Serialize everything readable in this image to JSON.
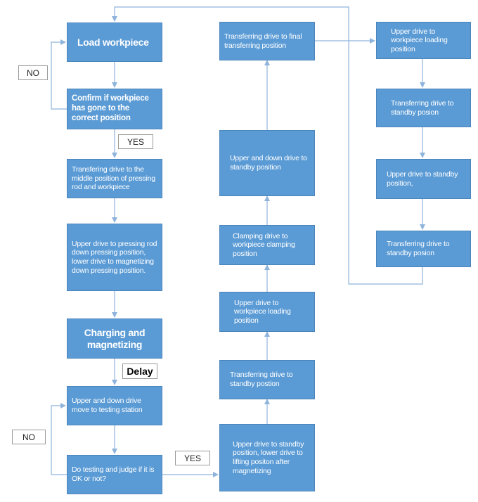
{
  "steps": {
    "load": "Load workpiece",
    "confirm": "Confirm if workpiece has gone to the correct position",
    "transfer_mid": "Transfering drive to the middle position of pressing rod and workpiece",
    "upper_press": "Upper drive to pressing rod down pressing position, lower drive to magnetizing down pressing position.",
    "charging": "Charging and magnetizing",
    "move_test": "Upper and down drive move to testing station",
    "testing": "Do testing and judge if it is OK or not?",
    "lift": "Upper drive to standby position, lower drive to lifting positon after magnetizing",
    "transfer_standby_1": "Transferring drive to standby postion",
    "upper_loading_1": "Upper drive to workpiece loading position",
    "clamping": "Clamping drive to workpiece clamping position",
    "updown_standby": "Upper and down drive to standby position",
    "transfer_final": "Transferring drive to final transferring position",
    "upper_loading_2": "Upper drive to workpiece loading position",
    "transfer_standby_2": "Transferring drive to standby posion",
    "upper_standby": "Upper drive to standby position,",
    "transfer_standby_3": "Transferring drive to standby posion"
  },
  "labels": {
    "no_top": "NO",
    "yes_top": "YES",
    "delay": "Delay",
    "no_bottom": "NO",
    "yes_bottom": "YES"
  },
  "colors": {
    "box_fill": "#5b9bd5",
    "box_border": "#4a84bb",
    "connector": "#8fb4dc"
  }
}
